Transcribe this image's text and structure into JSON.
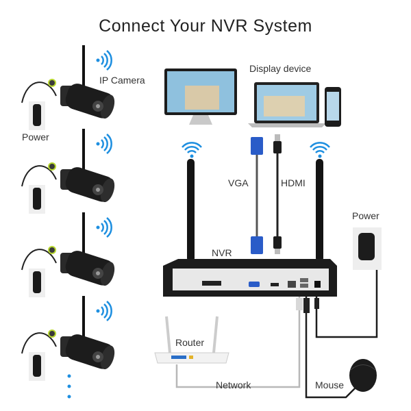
{
  "title": "Connect  Your NVR System",
  "labels": {
    "ip_camera": "IP Camera",
    "camera_power": "Power",
    "display_device": "Display device",
    "vga": "VGA",
    "hdmi": "HDMI",
    "nvr": "NVR",
    "nvr_power": "Power",
    "router": "Router",
    "network": "Network",
    "mouse": "Mouse"
  },
  "colors": {
    "wifi": "#1e8fe0",
    "vga_blue": "#2a5cc8",
    "device_black": "#1c1c1c",
    "nvr_panel": "#e8e8e8",
    "cable_grey": "#b8b8b8"
  },
  "icons": [
    "wifi-icon",
    "ip-camera-icon",
    "power-adapter-icon",
    "monitor-icon",
    "laptop-icon",
    "phone-icon",
    "nvr-icon",
    "router-icon",
    "mouse-icon",
    "vga-connector-icon",
    "hdmi-connector-icon"
  ]
}
